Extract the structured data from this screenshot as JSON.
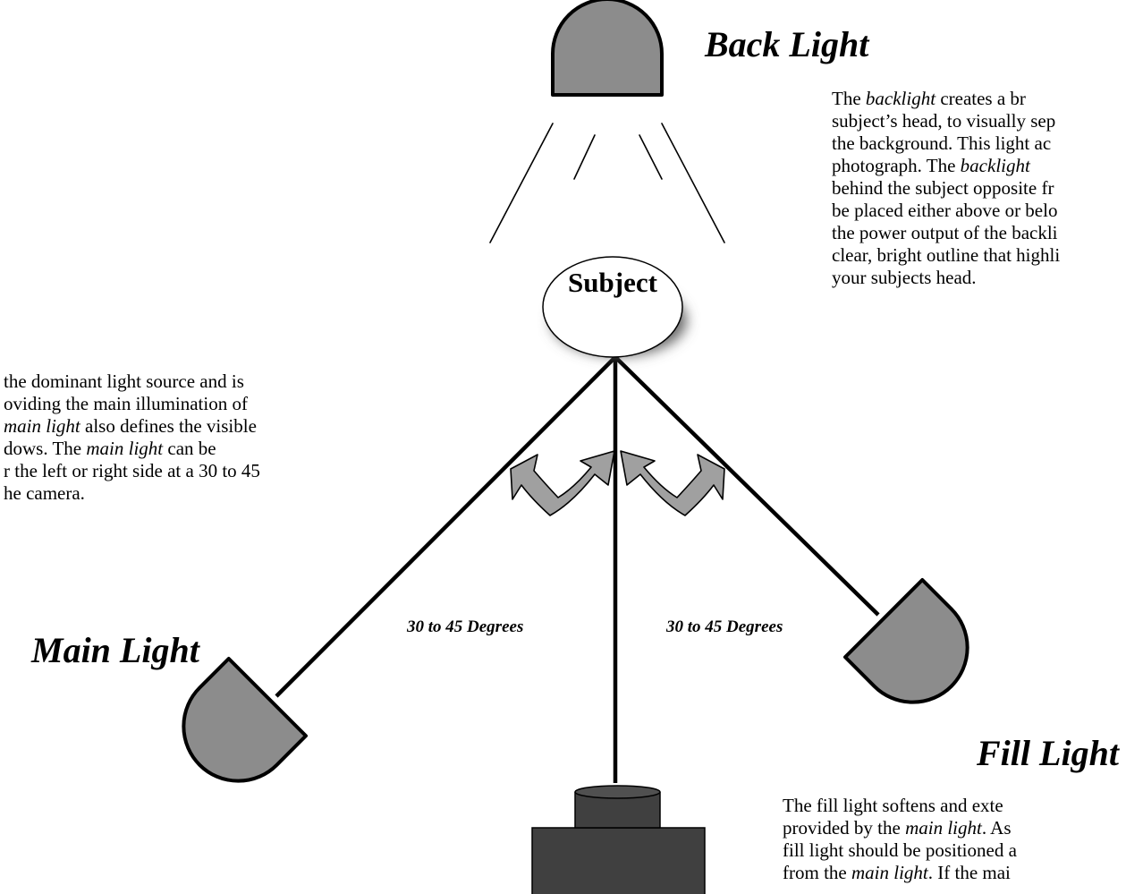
{
  "subject": {
    "label": "Subject"
  },
  "back_light": {
    "title": "Back Light",
    "description_lines": [
      "The backlight creates a br",
      "subject’s head, to visually sep",
      "the background. This light ac",
      "photograph. The backlight",
      "behind the subject opposite fr",
      "be placed either above or belo",
      "the power output of the backli",
      "clear, bright outline that highli",
      "your subjects head."
    ]
  },
  "main_light": {
    "title": "Main Light",
    "description_lines": [
      "the dominant light source and is",
      "oviding the main illumination of",
      "main light also defines the visible",
      "dows. The main light can be",
      "r the left or right side at a 30 to 45",
      "he camera."
    ]
  },
  "fill_light": {
    "title": "Fill Light",
    "description_lines": [
      "The fill light softens and exte",
      "provided by the main light. As",
      "fill light should be positioned a",
      "from the main light. If the mai"
    ]
  },
  "angle_labels": {
    "left": "30 to 45 Degrees",
    "right": "30 to 45 Degrees"
  },
  "colors": {
    "light_fill": "#8c8c8c",
    "camera_fill": "#404040",
    "arrow_fill": "#a0a0a0",
    "stroke": "#000000",
    "subject_fill": "#ffffff"
  }
}
